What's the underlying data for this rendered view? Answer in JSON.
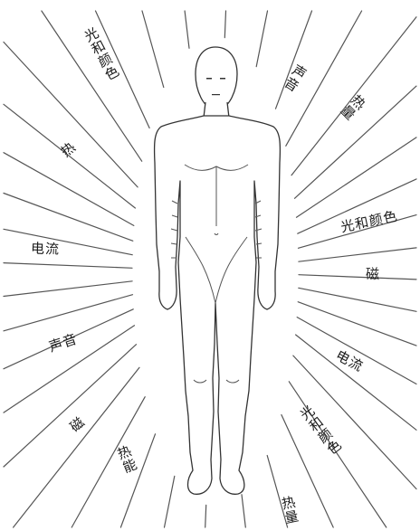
{
  "labels": {
    "light_color_top_left": "光和颜色",
    "sound_top_right": "声音",
    "heat_top_right": "热量",
    "heat_left": "热",
    "light_color_right": "光和颜色",
    "electric_left": "电流",
    "magnet_right": "磁",
    "sound_left": "声音",
    "electric_right": "电流",
    "magnet_left": "磁",
    "heat_energy_bottom_left": "热能",
    "light_color_bottom_right": "光和颜色",
    "heat_bottom": "热量"
  }
}
